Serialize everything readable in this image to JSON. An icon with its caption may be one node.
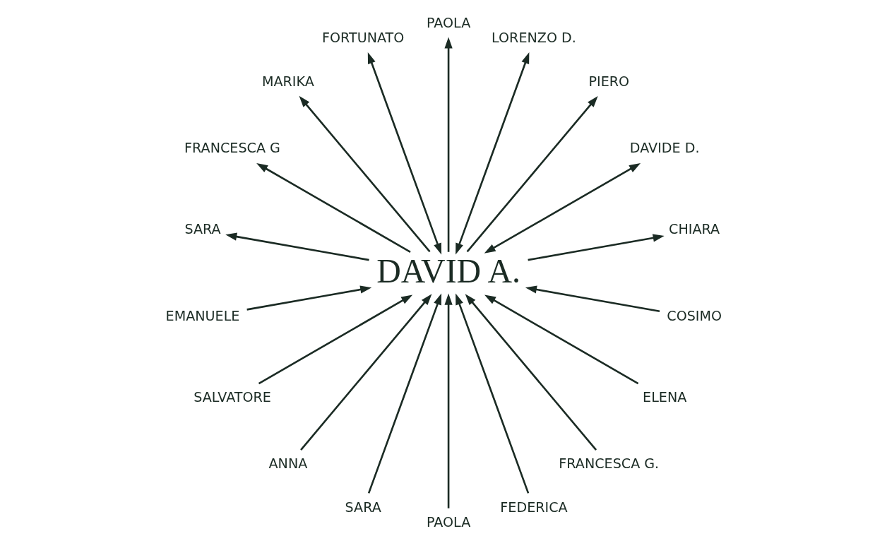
{
  "diagram": {
    "nodes": [
      {
        "text": [
          "DAVID A."
        ]
      },
      {
        "text": [
          "CHIARA"
        ]
      },
      {
        "text": [
          "DAVIDE D."
        ]
      },
      {
        "text": [
          "PIERO"
        ]
      },
      {
        "text": [
          "LORENZO D."
        ]
      },
      {
        "text": [
          "EMANUELE"
        ]
      },
      {
        "text": [
          "SALVATORE"
        ]
      },
      {
        "text": [
          "ANNA"
        ]
      },
      {
        "text": [
          "SARA"
        ]
      },
      {
        "text": [
          "PAOLA"
        ]
      },
      {
        "text": [
          "FEDERICA"
        ]
      },
      {
        "text": [
          "FRANCESCA G."
        ]
      },
      {
        "text": [
          "ELENA"
        ]
      },
      {
        "text": [
          "COSIMO"
        ]
      },
      {
        "text": [
          "PAOLA"
        ]
      },
      {
        "text": [
          "FORTUNATO"
        ]
      },
      {
        "text": [
          "MARIKA"
        ]
      },
      {
        "text": [
          "FRANCESCA G"
        ]
      },
      {
        "text": [
          "SARA"
        ]
      }
    ],
    "edges": [
      {
        "from": 0,
        "to": 1,
        "arrow": "to"
      },
      {
        "from": 0,
        "to": 2,
        "arrow": "both"
      },
      {
        "from": 0,
        "to": 3,
        "arrow": "to"
      },
      {
        "from": 0,
        "to": 4,
        "arrow": "both"
      },
      {
        "from": 5,
        "to": 0,
        "arrow": "to"
      },
      {
        "from": 6,
        "to": 0,
        "arrow": "to"
      },
      {
        "from": 7,
        "to": 0,
        "arrow": "to"
      },
      {
        "from": 8,
        "to": 0,
        "arrow": "to"
      },
      {
        "from": 9,
        "to": 0,
        "arrow": "to"
      },
      {
        "from": 10,
        "to": 0,
        "arrow": "to"
      },
      {
        "from": 11,
        "to": 0,
        "arrow": "to"
      },
      {
        "from": 12,
        "to": 0,
        "arrow": "to"
      },
      {
        "from": 13,
        "to": 0,
        "arrow": "to"
      },
      {
        "from": 0,
        "to": 14,
        "arrow": "to"
      },
      {
        "from": 0,
        "to": 15,
        "arrow": "both"
      },
      {
        "from": 0,
        "to": 16,
        "arrow": "to"
      },
      {
        "from": 0,
        "to": 17,
        "arrow": "to"
      },
      {
        "from": 0,
        "to": 18,
        "arrow": "to"
      }
    ]
  }
}
